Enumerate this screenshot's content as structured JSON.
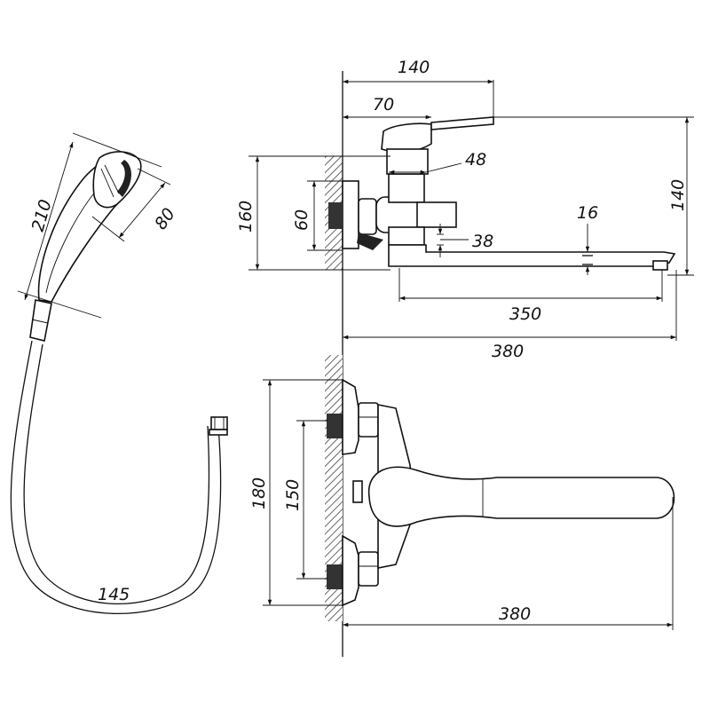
{
  "dimensions": {
    "handshower_length": "210",
    "handshower_head": "80",
    "hose_length": "145",
    "spout_projection_top": "140",
    "handle_offset": "70",
    "body_width": "48",
    "height_total": "160",
    "eccentric_height": "60",
    "pipe_diameter": "16",
    "outlet_offset": "38",
    "spout_length": "350",
    "overall_length": "380",
    "spout_height": "140",
    "plan_height": "180",
    "inlet_spacing": "150",
    "plan_length": "380"
  }
}
